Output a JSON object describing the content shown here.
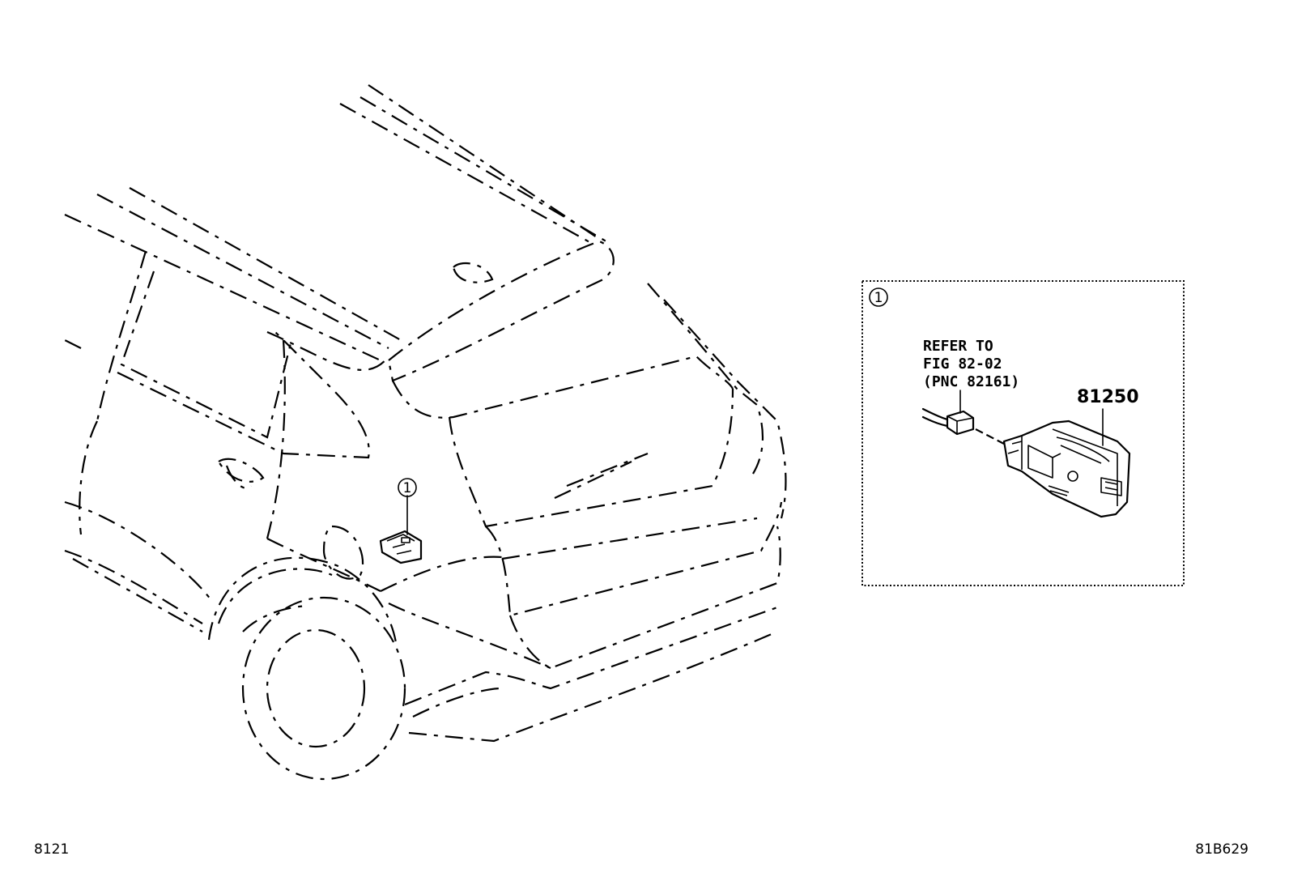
{
  "diagram": {
    "callout_marker": "1",
    "inset": {
      "marker": "1",
      "refer_lines": [
        "REFER TO",
        "FIG 82-02",
        "(PNC 82161)"
      ],
      "part_number": "81250"
    },
    "footer": {
      "left_code": "8121",
      "right_code": "81B629"
    }
  }
}
